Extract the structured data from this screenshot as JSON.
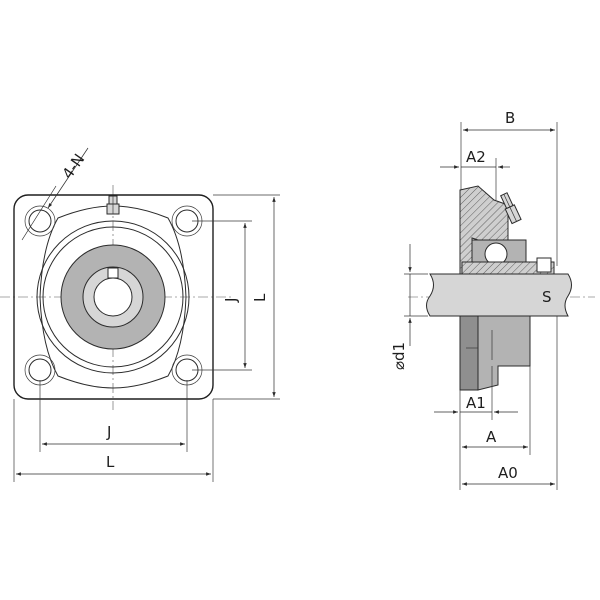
{
  "labels": {
    "front_view": {
      "holes": "4-N",
      "j_vertical": "J",
      "l_vertical": "L",
      "j_horizontal": "J",
      "l_horizontal": "L"
    },
    "side_view": {
      "b": "B",
      "a2": "A2",
      "s": "S",
      "d1": "⌀d1",
      "a1": "A1",
      "a": "A",
      "a0": "A0"
    }
  },
  "colors": {
    "line": "#2b2b2b",
    "housing_fill": "#8f8f8f",
    "insert_fill": "#b3b3b3",
    "shaft_fill": "#d6d6d6"
  }
}
